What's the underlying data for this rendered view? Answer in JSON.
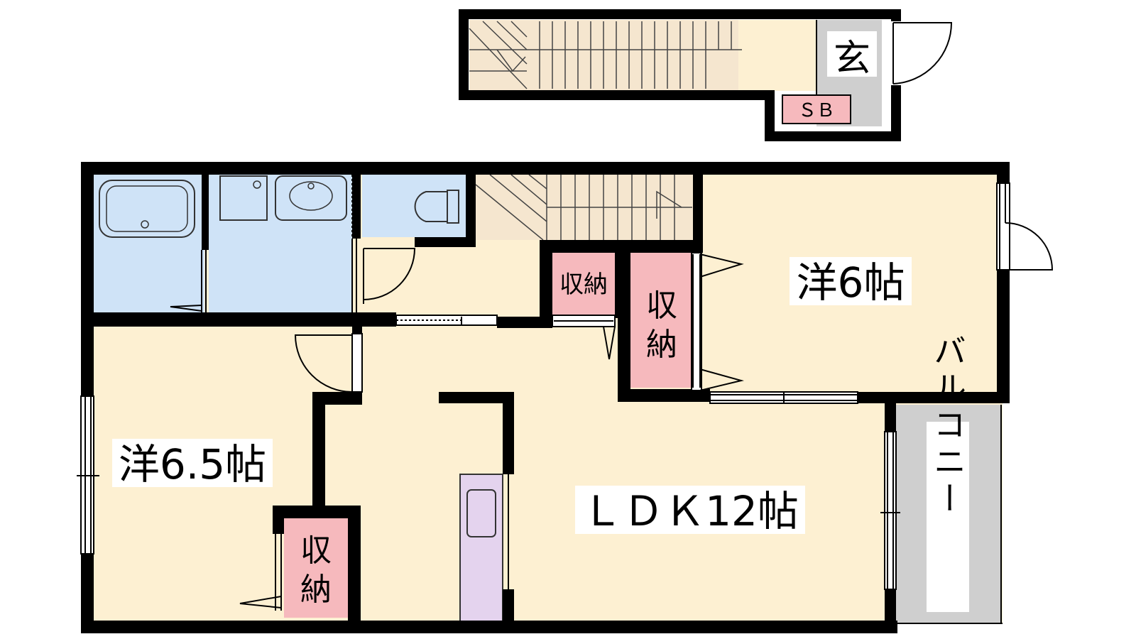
{
  "floorplan": {
    "rooms": {
      "ldk": "ＬＤＫ12帖",
      "western_left": "洋6.5帖",
      "western_right": "洋6帖",
      "entrance": "玄",
      "shoe_box": "ＳＢ"
    },
    "storage": {
      "left": "収納",
      "center_small": "収納",
      "center_tall": "収納"
    },
    "balcony": "バルコニー",
    "colors": {
      "wall": "#000000",
      "floor": "#fdf0d2",
      "wet_area": "#cfe3f7",
      "storage": "#f6b9bd",
      "balcony": "#cfcfcf",
      "kitchen": "#e4d3ee",
      "entrance": "#cfcfcf"
    }
  }
}
